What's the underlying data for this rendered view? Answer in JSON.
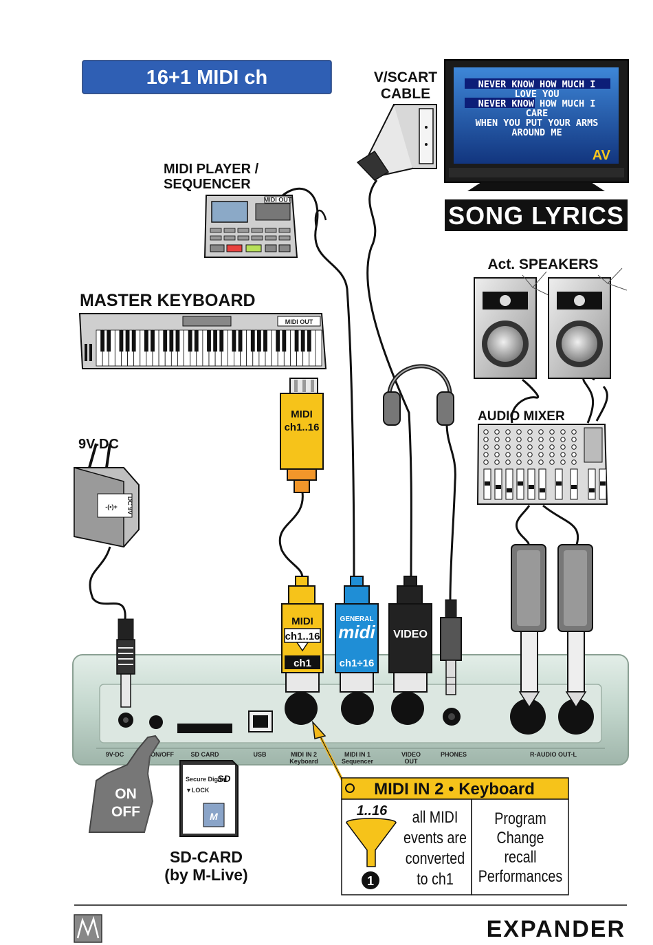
{
  "header": {
    "midi_channels": "16+1 MIDI ch"
  },
  "tv": {
    "cable_label_line1": "V/SCART",
    "cable_label_line2": "CABLE",
    "lyrics": [
      "NEVER KNOW HOW MUCH I",
      "LOVE YOU",
      "NEVER KNOW HOW MUCH I",
      "CARE",
      "WHEN YOU PUT YOUR ARMS",
      "AROUND ME"
    ],
    "input_badge": "AV",
    "song_lyrics_title": "SONG LYRICS"
  },
  "devices": {
    "midi_player_line1": "MIDI PLAYER /",
    "midi_player_line2": "SEQUENCER",
    "midi_out_tag": "MIDI OUT",
    "master_keyboard": "MASTER KEYBOARD",
    "keyboard_midi_out": "MIDI OUT",
    "speakers": "Act. SPEAKERS",
    "audio_mixer": "AUDIO MIXER",
    "power_supply": "9V-DC",
    "adapter_tag": "DC 9V"
  },
  "connectors": {
    "midi_plug_upper_line1": "MIDI",
    "midi_plug_upper_line2": "ch1..16",
    "midi_plug_line1": "MIDI",
    "midi_plug_line2": "ch1..16",
    "midi_plug_line3": "ch1",
    "gm_logo_line1": "GENERAL",
    "gm_logo_line2": "midi",
    "gm_plug_channels": "ch1÷16",
    "video_plug": "VIDEO"
  },
  "panel_labels": {
    "dc": "9V-DC",
    "on_off": "ON/OFF",
    "sd_card": "SD CARD",
    "usb": "USB",
    "midi_in2": "MIDI IN 2",
    "midi_in2_sub": "Keyboard",
    "midi_in1": "MIDI IN 1",
    "midi_in1_sub": "Sequencer",
    "video_out_line1": "VIDEO",
    "video_out_line2": "OUT",
    "phones": "PHONES",
    "audio_out": "R-AUDIO OUT-L"
  },
  "on_off_hand": {
    "line1": "ON",
    "line2": "OFF"
  },
  "sd_card": {
    "label_line1": "SD-CARD",
    "label_line2": "(by M-Live)",
    "brand": "Secure Digital",
    "logo": "SD",
    "lock": "▼LOCK"
  },
  "info_box": {
    "title": "MIDI IN 2 • Keyboard",
    "funnel_label": "1..16",
    "funnel_badge": "1",
    "convert_line1": "all MIDI",
    "convert_line2": "events are",
    "convert_line3": "converted",
    "convert_line4": "to ch1",
    "recall_line1": "Program",
    "recall_line2": "Change",
    "recall_line3": "recall",
    "recall_line4": "Performances"
  },
  "footer": {
    "product_logo": "EXPANDER"
  },
  "colors": {
    "header_blue": "#2f5fb4",
    "midi_yellow": "#f6c31a",
    "midi_orange": "#f2962a",
    "gm_blue": "#1f8ed6",
    "panel_green": "#c7d8d0",
    "lyric_highlight": "#0c1e78"
  }
}
